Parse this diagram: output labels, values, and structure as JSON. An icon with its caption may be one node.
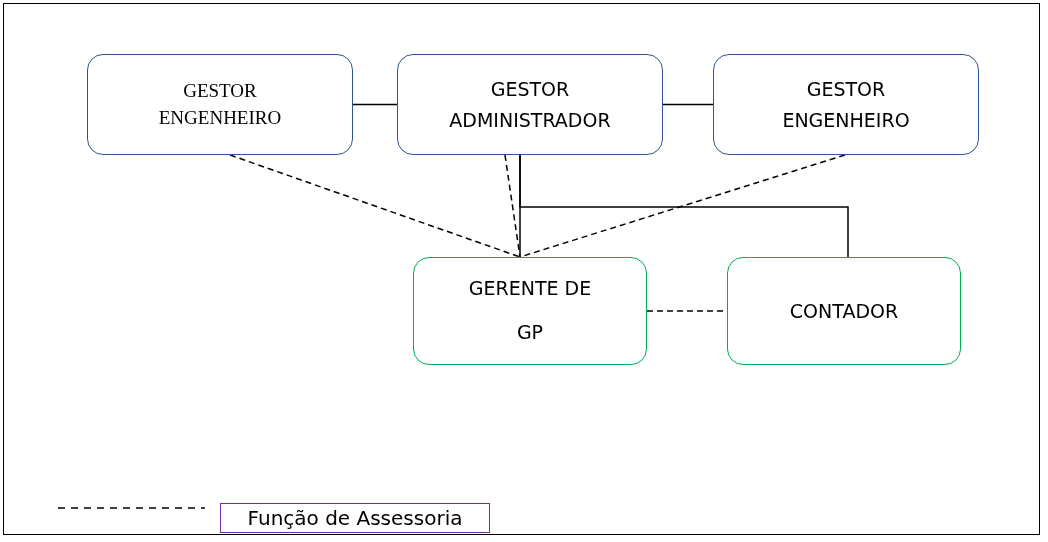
{
  "diagram": {
    "nodes": [
      {
        "text": [
          "GESTOR ENGENHEIRO"
        ]
      },
      {
        "text": [
          "GESTOR ADMINISTRADOR"
        ]
      },
      {
        "text": [
          "GESTOR ENGENHEIRO"
        ]
      },
      {
        "text": [
          "GERENTE DE GP"
        ]
      },
      {
        "text": [
          "CONTADOR"
        ]
      }
    ],
    "edges": [
      {
        "from": 0,
        "to": 1,
        "arrow": "none"
      },
      {
        "from": 1,
        "to": 2,
        "arrow": "none"
      },
      {
        "from": 0,
        "to": 3,
        "arrow": "none",
        "style": "dashed"
      },
      {
        "from": 1,
        "to": 3,
        "arrow": "none",
        "style": "dashed"
      },
      {
        "from": 2,
        "to": 3,
        "arrow": "none",
        "style": "dashed"
      },
      {
        "from": 1,
        "to": 3,
        "arrow": "none"
      },
      {
        "from": 1,
        "to": 4,
        "arrow": "none"
      },
      {
        "from": 3,
        "to": 4,
        "arrow": "none",
        "style": "dashed"
      }
    ],
    "legend": [
      {
        "text": "Função de Assessoria"
      }
    ]
  }
}
